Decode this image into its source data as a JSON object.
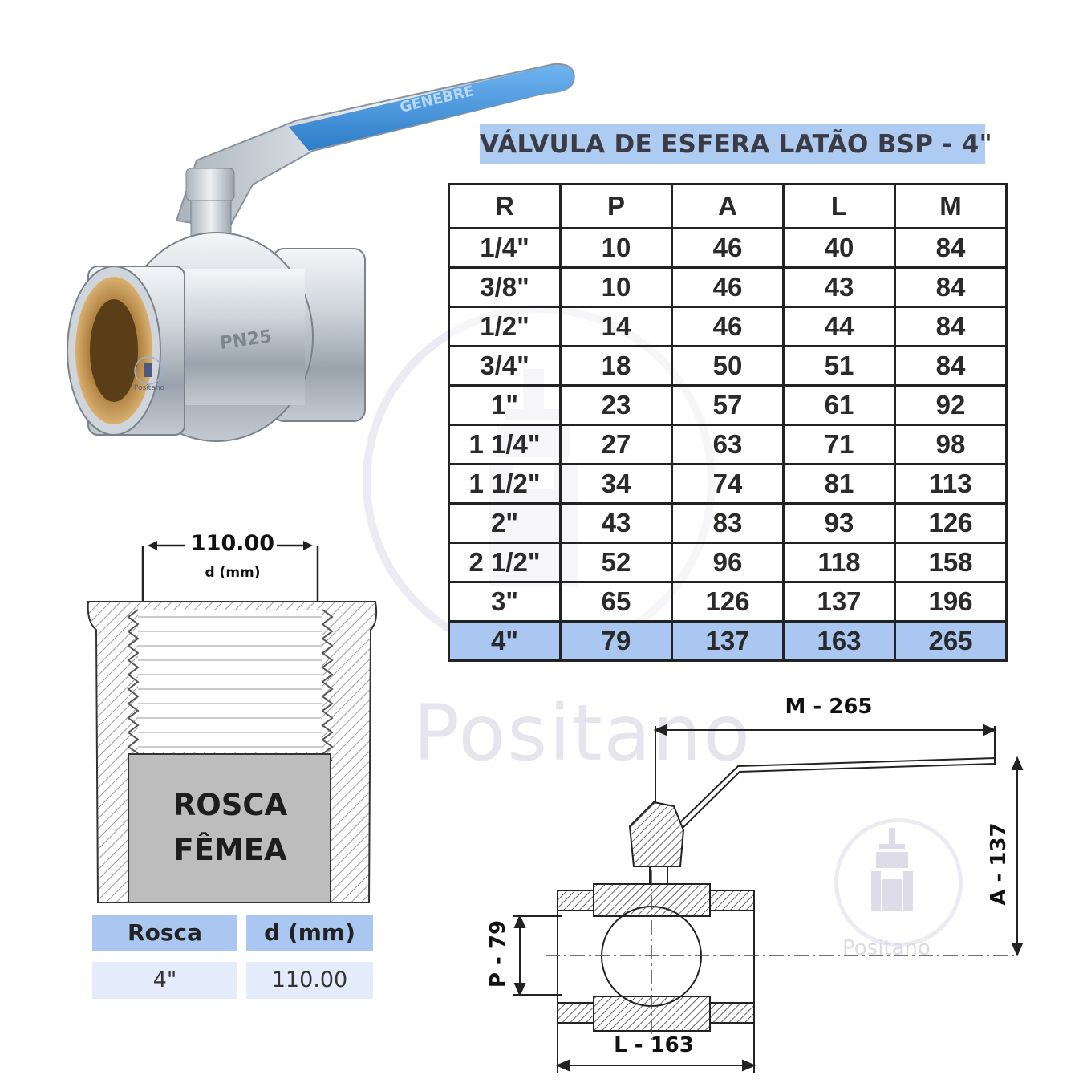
{
  "watermark": {
    "brand": "Positano"
  },
  "title": "VÁLVULA DE ESFERA LATÃO BSP - 4\"",
  "spec_table": {
    "headers": [
      "R",
      "P",
      "A",
      "L",
      "M"
    ],
    "rows": [
      [
        "1/4\"",
        "10",
        "46",
        "40",
        "84"
      ],
      [
        "3/8\"",
        "10",
        "46",
        "43",
        "84"
      ],
      [
        "1/2\"",
        "14",
        "46",
        "44",
        "84"
      ],
      [
        "3/4\"",
        "18",
        "50",
        "51",
        "84"
      ],
      [
        "1\"",
        "23",
        "57",
        "61",
        "92"
      ],
      [
        "1 1/4\"",
        "27",
        "63",
        "71",
        "98"
      ],
      [
        "1 1/2\"",
        "34",
        "74",
        "81",
        "113"
      ],
      [
        "2\"",
        "43",
        "83",
        "93",
        "126"
      ],
      [
        "2 1/2\"",
        "52",
        "96",
        "118",
        "158"
      ],
      [
        "3\"",
        "65",
        "126",
        "137",
        "196"
      ],
      [
        "4\"",
        "79",
        "137",
        "163",
        "265"
      ]
    ],
    "highlight_row": 10,
    "highlight_color": "#a9c7f0"
  },
  "product_photo": {
    "handle_text": "GENEBRE",
    "body_text": "PN25"
  },
  "thread_diagram": {
    "diameter_value": "110.00",
    "diameter_unit": "d (mm)",
    "label_line1": "ROSCA",
    "label_line2": "FÊMEA"
  },
  "thread_table": {
    "headers": [
      "Rosca",
      "d (mm)"
    ],
    "row": [
      "4\"",
      "110.00"
    ]
  },
  "valve_drawing": {
    "dim_m": "M - 265",
    "dim_a": "A - 137",
    "dim_p": "P - 79",
    "dim_l": "L - 163"
  },
  "colors": {
    "accent_blue": "#aecbf1",
    "handle_blue": "#3d8fdc",
    "brass": "#c9a060"
  }
}
